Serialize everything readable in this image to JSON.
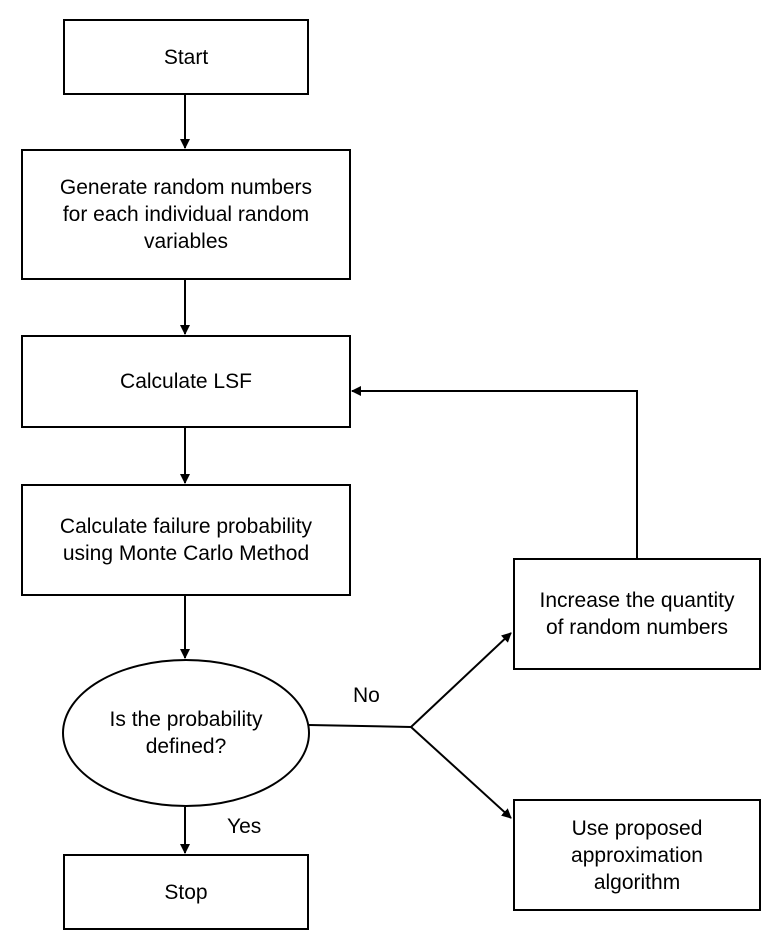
{
  "nodes": {
    "start": "Start",
    "generate": "Generate random numbers\nfor each individual random\nvariables",
    "calc_lsf": "Calculate LSF",
    "calc_failure": "Calculate failure probability\nusing Monte Carlo Method",
    "decision": "Is the probability\ndefined?",
    "increase": "Increase the quantity\nof random numbers",
    "proposed": "Use proposed\napproximation\nalgorithm",
    "stop": "Stop"
  },
  "edge_labels": {
    "no": "No",
    "yes": "Yes"
  }
}
